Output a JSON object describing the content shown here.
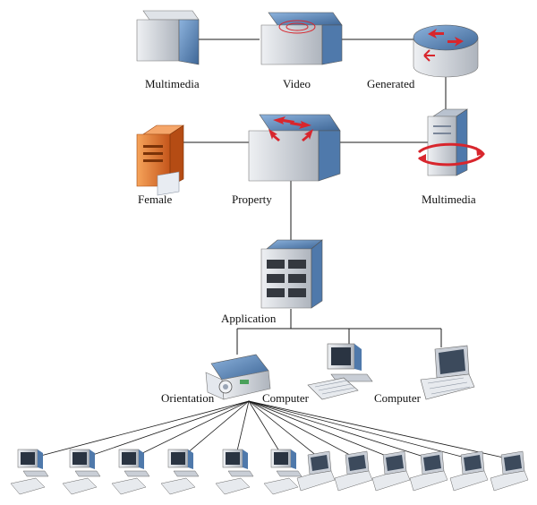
{
  "nodes": {
    "multimedia_top": "Multimedia",
    "video": "Video",
    "generated": "Generated",
    "female": "Female",
    "property": "Property",
    "multimedia_right": "Multimedia",
    "application": "Application",
    "orientation": "Orientation",
    "computer_1": "Computer",
    "computer_2": "Computer"
  },
  "bottom_row": {
    "desktops": 6,
    "laptops": 6
  },
  "icons": {
    "multimedia_top": "server-box-icon",
    "video": "video-switch-icon",
    "generated": "router-icon",
    "female": "file-server-icon",
    "property": "switch-icon",
    "multimedia_right": "rotating-server-icon",
    "application": "application-server-icon",
    "orientation": "projector-icon",
    "computer_1": "desktop-computer-icon",
    "computer_2": "laptop-icon"
  },
  "colors": {
    "blue": "#5b86b8",
    "gray": "#c9ced6",
    "orange": "#e3742a",
    "red": "#d8262d",
    "line": "#1a1a1a"
  }
}
